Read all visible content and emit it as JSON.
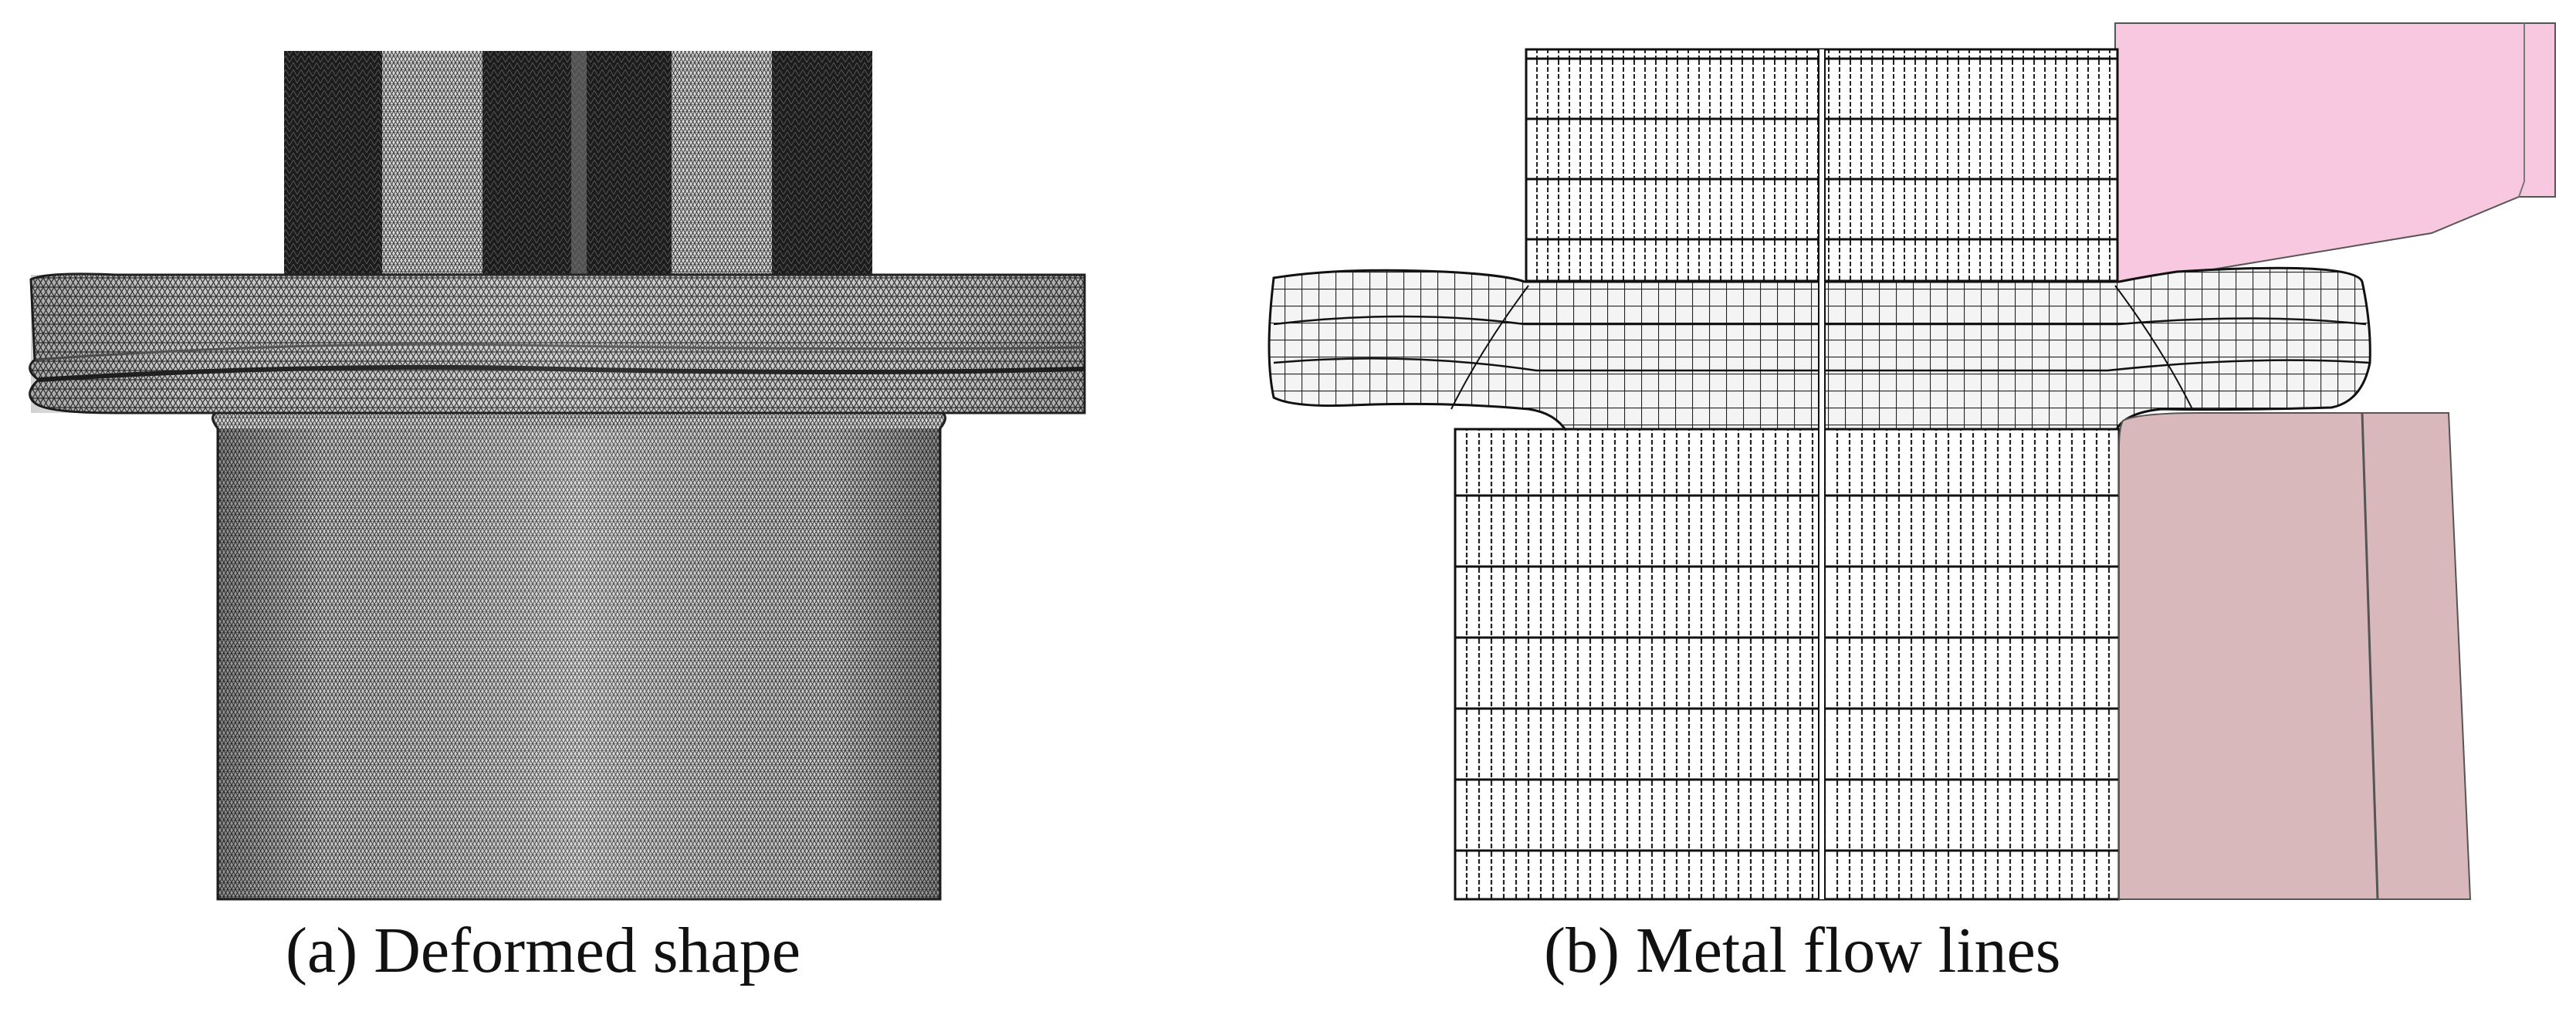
{
  "figure": {
    "panels": [
      {
        "id": "a",
        "caption": "(a) Deformed shape"
      },
      {
        "id": "b",
        "caption": "(b) Metal flow lines"
      }
    ],
    "colors": {
      "mesh_dark": "#1c1c1c",
      "mesh_light": "#b8b8b8",
      "die_pink": "#f8c8e0",
      "die_brown": "#d9b8bb"
    }
  }
}
